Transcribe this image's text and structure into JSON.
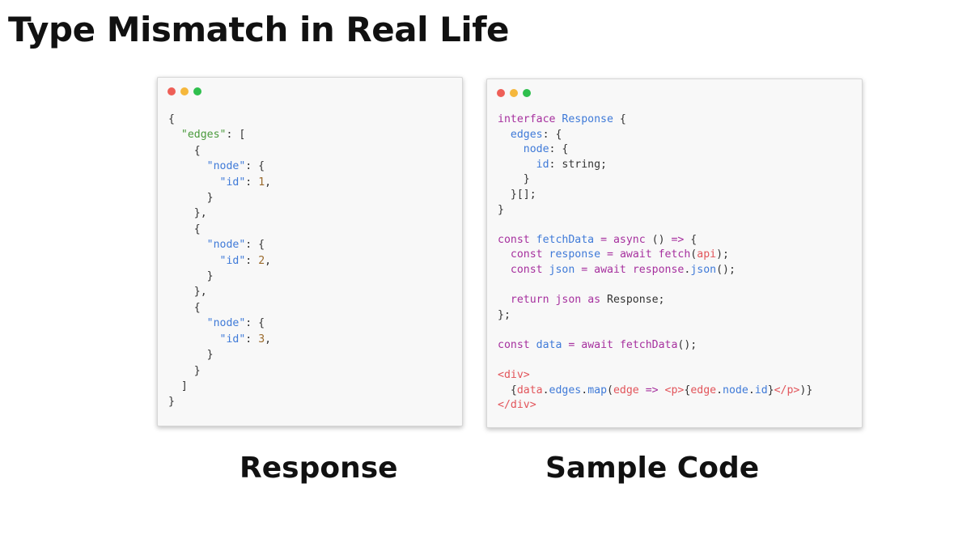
{
  "title": "Type Mismatch in Real Life",
  "colors": {
    "dot_red": "#ee5f57",
    "dot_yellow": "#f5b73c",
    "dot_green": "#2fbf4d",
    "keyword": "#a6309e",
    "identifier": "#3f7ad8",
    "string": "#4a9a3c",
    "number": "#9a6a2c",
    "tag": "#e2545a",
    "punctuation": "#333333"
  },
  "response_panel": {
    "caption": "Response",
    "lines": [
      [
        {
          "t": "{",
          "c": "punctuation"
        }
      ],
      [
        {
          "t": "  ",
          "c": "punctuation"
        },
        {
          "t": "\"edges\"",
          "c": "string"
        },
        {
          "t": ": [",
          "c": "punctuation"
        }
      ],
      [
        {
          "t": "    {",
          "c": "punctuation"
        }
      ],
      [
        {
          "t": "      ",
          "c": "punctuation"
        },
        {
          "t": "\"node\"",
          "c": "identifier"
        },
        {
          "t": ": {",
          "c": "punctuation"
        }
      ],
      [
        {
          "t": "        ",
          "c": "punctuation"
        },
        {
          "t": "\"id\"",
          "c": "identifier"
        },
        {
          "t": ": ",
          "c": "punctuation"
        },
        {
          "t": "1",
          "c": "number"
        },
        {
          "t": ",",
          "c": "punctuation"
        }
      ],
      [
        {
          "t": "      }",
          "c": "punctuation"
        }
      ],
      [
        {
          "t": "    },",
          "c": "punctuation"
        }
      ],
      [
        {
          "t": "    {",
          "c": "punctuation"
        }
      ],
      [
        {
          "t": "      ",
          "c": "punctuation"
        },
        {
          "t": "\"node\"",
          "c": "identifier"
        },
        {
          "t": ": {",
          "c": "punctuation"
        }
      ],
      [
        {
          "t": "        ",
          "c": "punctuation"
        },
        {
          "t": "\"id\"",
          "c": "identifier"
        },
        {
          "t": ": ",
          "c": "punctuation"
        },
        {
          "t": "2",
          "c": "number"
        },
        {
          "t": ",",
          "c": "punctuation"
        }
      ],
      [
        {
          "t": "      }",
          "c": "punctuation"
        }
      ],
      [
        {
          "t": "    },",
          "c": "punctuation"
        }
      ],
      [
        {
          "t": "    {",
          "c": "punctuation"
        }
      ],
      [
        {
          "t": "      ",
          "c": "punctuation"
        },
        {
          "t": "\"node\"",
          "c": "identifier"
        },
        {
          "t": ": {",
          "c": "punctuation"
        }
      ],
      [
        {
          "t": "        ",
          "c": "punctuation"
        },
        {
          "t": "\"id\"",
          "c": "identifier"
        },
        {
          "t": ": ",
          "c": "punctuation"
        },
        {
          "t": "3",
          "c": "number"
        },
        {
          "t": ",",
          "c": "punctuation"
        }
      ],
      [
        {
          "t": "      }",
          "c": "punctuation"
        }
      ],
      [
        {
          "t": "    }",
          "c": "punctuation"
        }
      ],
      [
        {
          "t": "  ]",
          "c": "punctuation"
        }
      ],
      [
        {
          "t": "}",
          "c": "punctuation"
        }
      ]
    ]
  },
  "sample_panel": {
    "caption": "Sample Code",
    "lines": [
      [
        {
          "t": "interface",
          "c": "keyword"
        },
        {
          "t": " ",
          "c": "punctuation"
        },
        {
          "t": "Response",
          "c": "identifier"
        },
        {
          "t": " {",
          "c": "punctuation"
        }
      ],
      [
        {
          "t": "  ",
          "c": "punctuation"
        },
        {
          "t": "edges",
          "c": "identifier"
        },
        {
          "t": ": {",
          "c": "punctuation"
        }
      ],
      [
        {
          "t": "    ",
          "c": "punctuation"
        },
        {
          "t": "node",
          "c": "identifier"
        },
        {
          "t": ": {",
          "c": "punctuation"
        }
      ],
      [
        {
          "t": "      ",
          "c": "punctuation"
        },
        {
          "t": "id",
          "c": "identifier"
        },
        {
          "t": ": string;",
          "c": "punctuation"
        }
      ],
      [
        {
          "t": "    }",
          "c": "punctuation"
        }
      ],
      [
        {
          "t": "  }[];",
          "c": "punctuation"
        }
      ],
      [
        {
          "t": "}",
          "c": "punctuation"
        }
      ],
      [
        {
          "t": " ",
          "c": "punctuation"
        }
      ],
      [
        {
          "t": "const",
          "c": "keyword"
        },
        {
          "t": " ",
          "c": "punctuation"
        },
        {
          "t": "fetchData",
          "c": "identifier"
        },
        {
          "t": " ",
          "c": "punctuation"
        },
        {
          "t": "=",
          "c": "keyword"
        },
        {
          "t": " ",
          "c": "punctuation"
        },
        {
          "t": "async",
          "c": "keyword"
        },
        {
          "t": " () ",
          "c": "punctuation"
        },
        {
          "t": "=>",
          "c": "keyword"
        },
        {
          "t": " {",
          "c": "punctuation"
        }
      ],
      [
        {
          "t": "  ",
          "c": "punctuation"
        },
        {
          "t": "const",
          "c": "keyword"
        },
        {
          "t": " ",
          "c": "punctuation"
        },
        {
          "t": "response",
          "c": "identifier"
        },
        {
          "t": " ",
          "c": "punctuation"
        },
        {
          "t": "=",
          "c": "keyword"
        },
        {
          "t": " ",
          "c": "punctuation"
        },
        {
          "t": "await",
          "c": "keyword"
        },
        {
          "t": " ",
          "c": "punctuation"
        },
        {
          "t": "fetch",
          "c": "keyword"
        },
        {
          "t": "(",
          "c": "punctuation"
        },
        {
          "t": "api",
          "c": "tag"
        },
        {
          "t": ");",
          "c": "punctuation"
        }
      ],
      [
        {
          "t": "  ",
          "c": "punctuation"
        },
        {
          "t": "const",
          "c": "keyword"
        },
        {
          "t": " ",
          "c": "punctuation"
        },
        {
          "t": "json",
          "c": "identifier"
        },
        {
          "t": " ",
          "c": "punctuation"
        },
        {
          "t": "=",
          "c": "keyword"
        },
        {
          "t": " ",
          "c": "punctuation"
        },
        {
          "t": "await",
          "c": "keyword"
        },
        {
          "t": " ",
          "c": "punctuation"
        },
        {
          "t": "response",
          "c": "keyword"
        },
        {
          "t": ".",
          "c": "punctuation"
        },
        {
          "t": "json",
          "c": "identifier"
        },
        {
          "t": "();",
          "c": "punctuation"
        }
      ],
      [
        {
          "t": " ",
          "c": "punctuation"
        }
      ],
      [
        {
          "t": "  ",
          "c": "punctuation"
        },
        {
          "t": "return",
          "c": "keyword"
        },
        {
          "t": " ",
          "c": "punctuation"
        },
        {
          "t": "json",
          "c": "keyword"
        },
        {
          "t": " ",
          "c": "punctuation"
        },
        {
          "t": "as",
          "c": "keyword"
        },
        {
          "t": " Response;",
          "c": "punctuation"
        }
      ],
      [
        {
          "t": "};",
          "c": "punctuation"
        }
      ],
      [
        {
          "t": " ",
          "c": "punctuation"
        }
      ],
      [
        {
          "t": "const",
          "c": "keyword"
        },
        {
          "t": " ",
          "c": "punctuation"
        },
        {
          "t": "data",
          "c": "identifier"
        },
        {
          "t": " ",
          "c": "punctuation"
        },
        {
          "t": "=",
          "c": "keyword"
        },
        {
          "t": " ",
          "c": "punctuation"
        },
        {
          "t": "await",
          "c": "keyword"
        },
        {
          "t": " ",
          "c": "punctuation"
        },
        {
          "t": "fetchData",
          "c": "keyword"
        },
        {
          "t": "();",
          "c": "punctuation"
        }
      ],
      [
        {
          "t": " ",
          "c": "punctuation"
        }
      ],
      [
        {
          "t": "<div>",
          "c": "tag"
        }
      ],
      [
        {
          "t": "  {",
          "c": "punctuation"
        },
        {
          "t": "data",
          "c": "tag"
        },
        {
          "t": ".",
          "c": "punctuation"
        },
        {
          "t": "edges",
          "c": "identifier"
        },
        {
          "t": ".",
          "c": "punctuation"
        },
        {
          "t": "map",
          "c": "identifier"
        },
        {
          "t": "(",
          "c": "punctuation"
        },
        {
          "t": "edge",
          "c": "tag"
        },
        {
          "t": " ",
          "c": "punctuation"
        },
        {
          "t": "=>",
          "c": "keyword"
        },
        {
          "t": " ",
          "c": "punctuation"
        },
        {
          "t": "<p>",
          "c": "tag"
        },
        {
          "t": "{",
          "c": "punctuation"
        },
        {
          "t": "edge",
          "c": "tag"
        },
        {
          "t": ".",
          "c": "punctuation"
        },
        {
          "t": "node",
          "c": "identifier"
        },
        {
          "t": ".",
          "c": "punctuation"
        },
        {
          "t": "id",
          "c": "identifier"
        },
        {
          "t": "}",
          "c": "punctuation"
        },
        {
          "t": "</p>",
          "c": "tag"
        },
        {
          "t": ")}",
          "c": "punctuation"
        }
      ],
      [
        {
          "t": "</div>",
          "c": "tag"
        }
      ]
    ]
  }
}
